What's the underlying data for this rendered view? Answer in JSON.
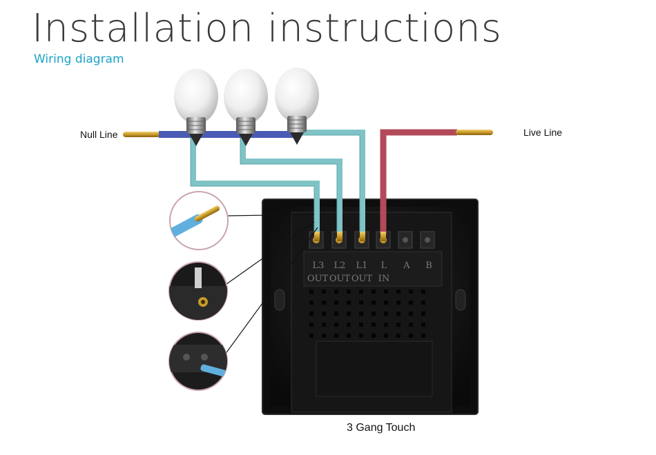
{
  "title": "Installation instructions",
  "subtitle": "Wiring diagram",
  "labels": {
    "null_line": "Null Line",
    "live_line": "Live Line",
    "caption": "3 Gang Touch"
  },
  "terminals": [
    {
      "top": "L3",
      "bottom": "OUT"
    },
    {
      "top": "L2",
      "bottom": "OUT"
    },
    {
      "top": "L1",
      "bottom": "OUT"
    },
    {
      "top": "L",
      "bottom": "IN"
    },
    {
      "top": "A",
      "bottom": ""
    },
    {
      "top": "B",
      "bottom": ""
    }
  ],
  "colors": {
    "null_wire": "#4a5bb4",
    "load_wire": "#7fc3c6",
    "live_wire": "#b24a5a",
    "copper": "#c89a2a",
    "panel": "#111111",
    "subtitle": "#1aa3c7"
  },
  "icons": [
    "bulb-icon",
    "bulb-icon",
    "bulb-icon"
  ]
}
